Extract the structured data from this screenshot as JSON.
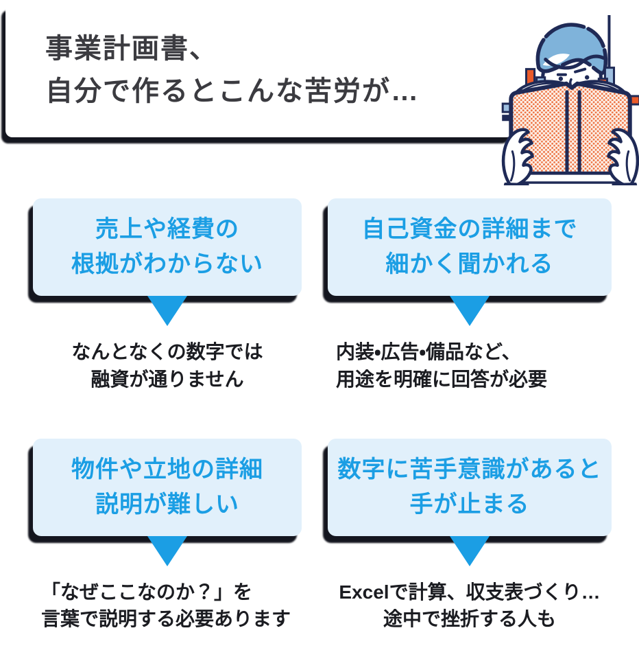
{
  "colors": {
    "accent_blue": "#1B9EE4",
    "card_bg": "#E1F0FB",
    "title_text": "#3B3B40",
    "body_text": "#1B1C21",
    "shadow": "#14161F",
    "illustration_navy": "#1F2A56",
    "illustration_hair": "#7FB3DA",
    "illustration_orange": "#EA5B2A",
    "illustration_dot": "#EE7140",
    "illustration_paper": "#FCEFE6",
    "illustration_steel_blue": "#9DBEDF"
  },
  "title_card": {
    "line1": "事業計画書、",
    "line2": "自分で作るとこんな苦労が…"
  },
  "illustration": {
    "name": "person-reading-open-book"
  },
  "pain_points": [
    {
      "card_line1": "売上や経費の",
      "card_line2": "根拠がわからない",
      "desc_line1": "なんとなくの数字では",
      "desc_line2": "融資が通りません"
    },
    {
      "card_line1": "自己資金の詳細まで",
      "card_line2": "細かく聞かれる",
      "desc_line1": "内装・広告・備品など、",
      "desc_line2": "用途を明確に回答が必要"
    },
    {
      "card_line1": "物件や立地の詳細",
      "card_line2": "説明が難しい",
      "desc_line1": "「なぜここなのか？」を",
      "desc_line2": "言葉で説明する必要あります"
    },
    {
      "card_line1": "数字に苦手意識があると",
      "card_line2": "手が止まる",
      "desc_line1": "Excelで計算、収支表づくり…",
      "desc_line2": "途中で挫折する人も"
    }
  ]
}
